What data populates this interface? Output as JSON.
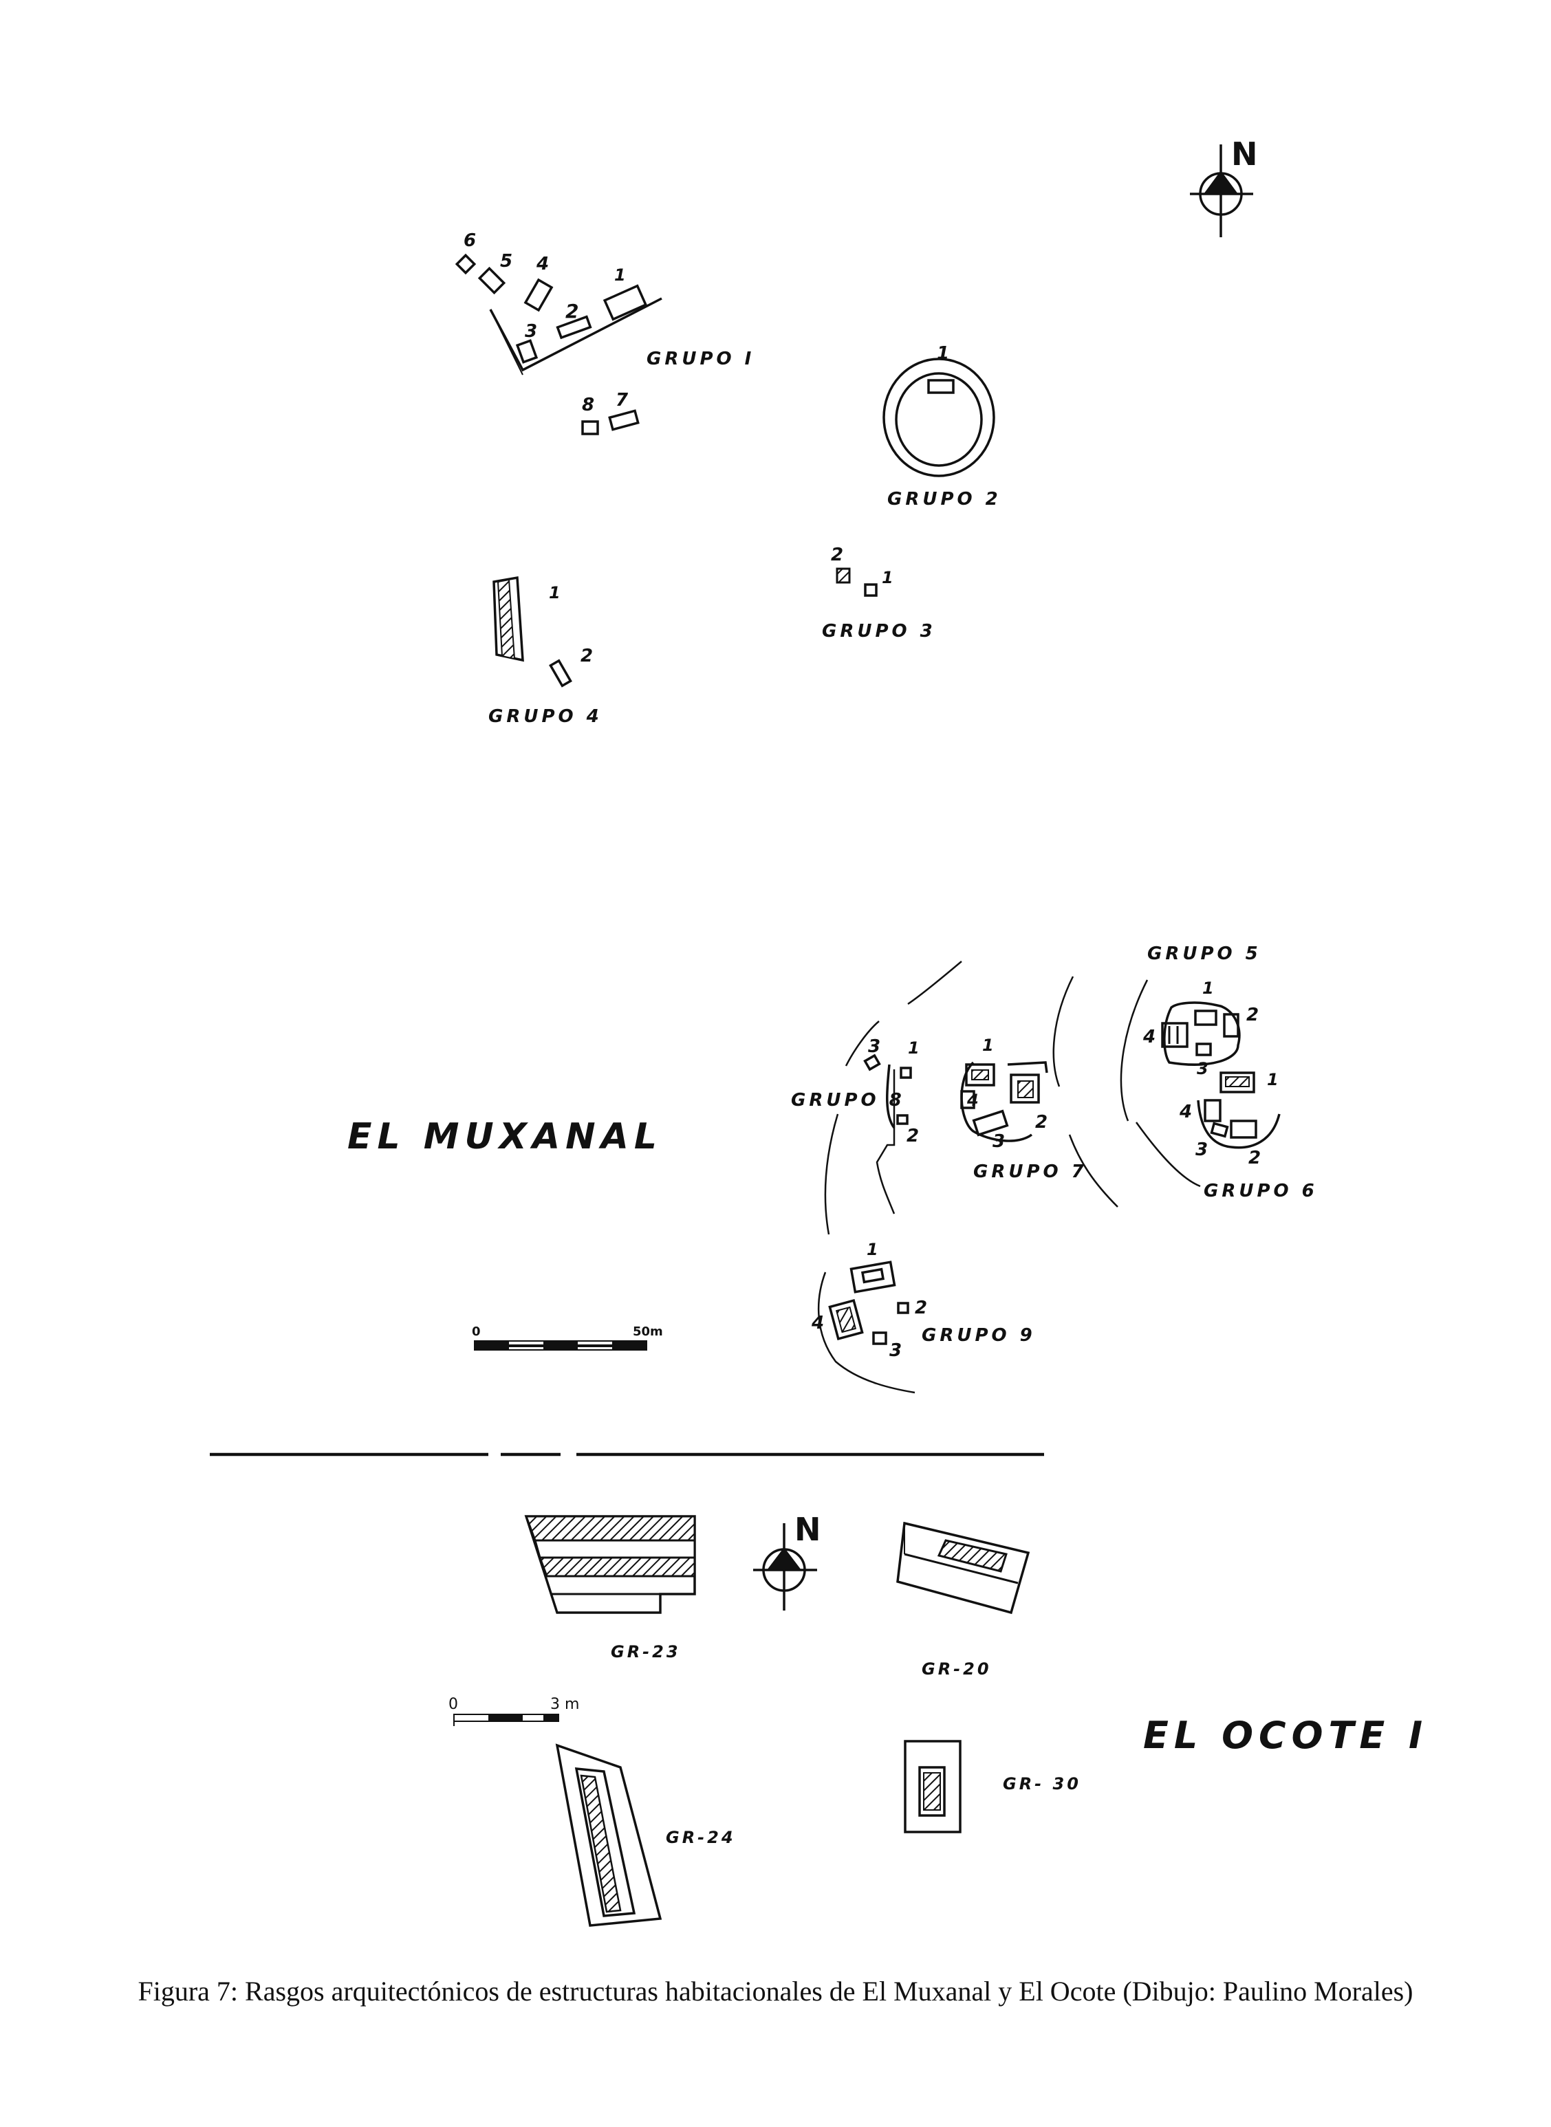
{
  "north_label": "N",
  "muxanal": {
    "site_label": "EL MUXANAL",
    "groups": {
      "g1": {
        "label": "GRUPO I",
        "nums": [
          "1",
          "2",
          "3",
          "4",
          "5",
          "6",
          "7",
          "8"
        ]
      },
      "g2": {
        "label": "GRUPO 2",
        "nums": [
          "1"
        ]
      },
      "g3": {
        "label": "GRUPO 3",
        "nums": [
          "1",
          "2"
        ]
      },
      "g4": {
        "label": "GRUPO 4",
        "nums": [
          "1",
          "2"
        ]
      },
      "g5": {
        "label": "GRUPO 5",
        "nums": [
          "1",
          "2",
          "3",
          "4"
        ]
      },
      "g6": {
        "label": "GRUPO 6",
        "nums": [
          "1",
          "2",
          "3",
          "4"
        ]
      },
      "g7": {
        "label": "GRUPO 7",
        "nums": [
          "1",
          "2",
          "3",
          "4"
        ]
      },
      "g8": {
        "label": "GRUPO 8",
        "nums": [
          "1",
          "2",
          "3"
        ]
      },
      "g9": {
        "label": "GRUPO 9",
        "nums": [
          "1",
          "2",
          "3",
          "4"
        ]
      }
    },
    "scale": {
      "start": "0",
      "end": "50m"
    }
  },
  "ocote": {
    "site_label": "EL OCOTE I",
    "structures": {
      "gr23": "GR-23",
      "gr20": "GR-20",
      "gr24": "GR-24",
      "gr30": "GR- 30"
    },
    "scale": {
      "start": "0",
      "end": "3 m"
    }
  },
  "caption": "Figura 7:  Rasgos arquitectónicos de estructuras habitacionales de El Muxanal y El Ocote (Dibujo: Paulino Morales)"
}
